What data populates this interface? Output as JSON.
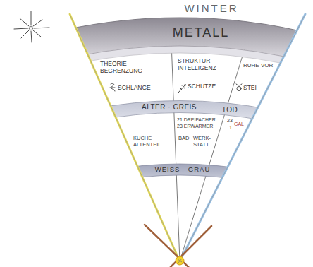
{
  "diagram": {
    "title": "WINTER",
    "nodes": [
      {
        "text": [
          "METALL"
        ]
      },
      {
        "text": [
          "ALTER · GREIS",
          "TOD"
        ]
      },
      {
        "text": [
          "WEISS - GRAU"
        ]
      }
    ],
    "labels": [
      "THEORIE BEGRENZUNG",
      "STRUKTUR INTELLIGENZ",
      "RUHE VOR",
      "SCHLANGE",
      "SCHÜTZE",
      "STEI",
      "21 DREIFACHER",
      "23 ERWÄRMER",
      "23",
      "1",
      "GAL",
      "KÜCHE ALTENTEIL",
      "BAD",
      "WERK- STATT"
    ]
  }
}
